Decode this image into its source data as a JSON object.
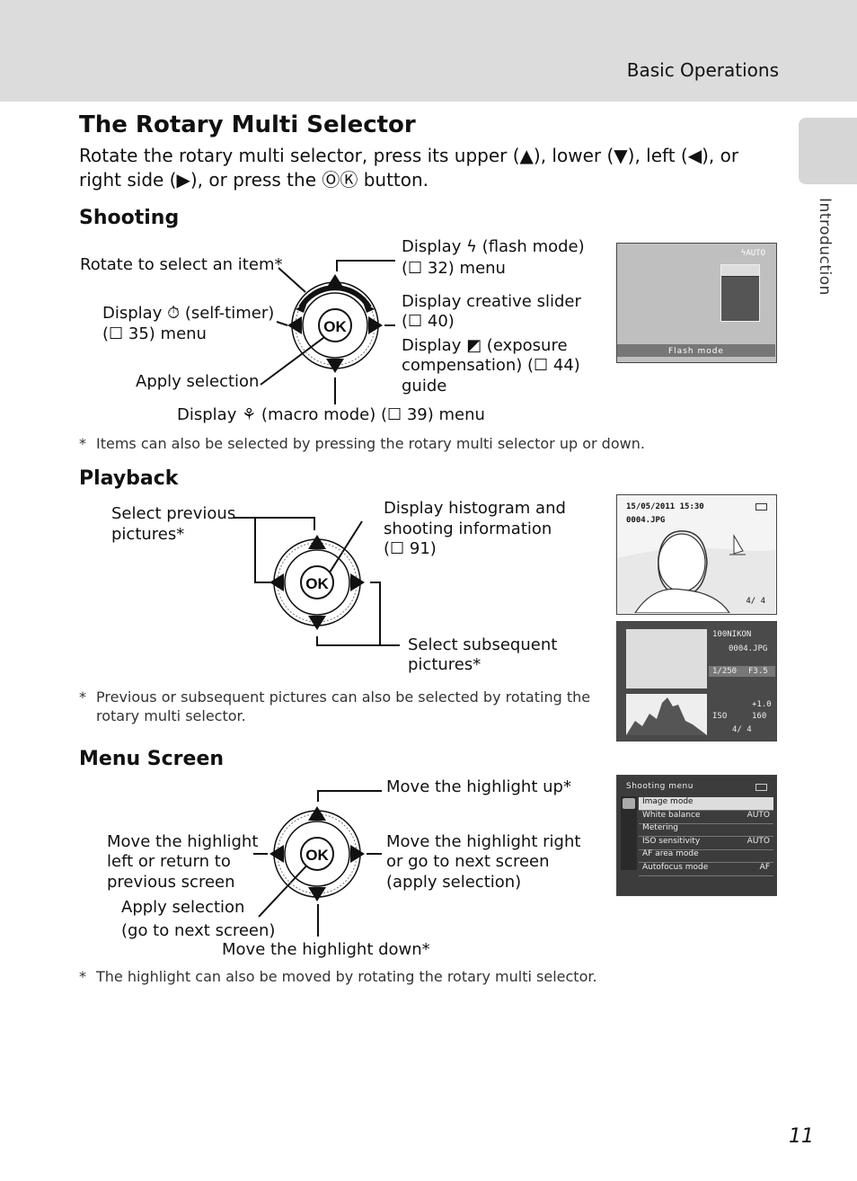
{
  "header": {
    "section": "Basic Operations"
  },
  "sidebar": {
    "tab_label": "Introduction"
  },
  "title": "The Rotary Multi Selector",
  "intro": "Rotate the rotary multi selector, press its upper (▲), lower (▼), left (◀), or right side (▶), or press the ⓄⓀ button.",
  "shooting": {
    "heading": "Shooting",
    "rotate": "Rotate to select an item*",
    "flash_l1": "Display ϟ (flash mode)",
    "flash_l2": "(☐ 32) menu",
    "timer_l1": "Display ⏱ (self-timer)",
    "timer_l2": "(☐ 35) menu",
    "creative_l1": "Display creative slider",
    "creative_l2": "(☐ 40)",
    "exposure_l1": "Display ◩ (exposure",
    "exposure_l2": "compensation) (☐ 44)",
    "exposure_l3": "guide",
    "apply": "Apply selection",
    "macro": "Display ⚘ (macro mode) (☐ 39) menu",
    "footnote": "Items can also be selected by pressing the rotary multi selector up or down.",
    "screen_caption": "Flash mode",
    "screen_top_value": "ϟAUTO"
  },
  "playback": {
    "heading": "Playback",
    "prev_l1": "Select previous",
    "prev_l2": "pictures*",
    "histo_l1": "Display histogram and",
    "histo_l2": "shooting information",
    "histo_l3": "(☐ 91)",
    "next_l1": "Select subsequent",
    "next_l2": "pictures*",
    "footnote_l1": "Previous or subsequent pictures can also be selected by rotating the",
    "footnote_l2": "rotary multi selector.",
    "screen1_datetime": "15/05/2011 15:30",
    "screen1_file": "0004.JPG",
    "screen1_counter": "4/ 4",
    "screen2_folder": "100NIKON",
    "screen2_file": "0004.JPG",
    "screen2_shutter": "1/250",
    "screen2_aperture": "F3.5",
    "screen2_exp": "+1.0",
    "screen2_iso_label": "ISO",
    "screen2_iso": "160",
    "screen2_counter": "4/ 4"
  },
  "menu": {
    "heading": "Menu Screen",
    "up": "Move the highlight up*",
    "left_l1": "Move the highlight",
    "left_l2": "left or return to",
    "left_l3": "previous screen",
    "right_l1": "Move the highlight right",
    "right_l2": "or go to next screen",
    "right_l3": "(apply selection)",
    "apply_l1": "Apply selection",
    "apply_l2": "(go to next screen)",
    "down": "Move the highlight down*",
    "footnote": "The highlight can also be moved by rotating the rotary multi selector.",
    "screen_title": "Shooting menu",
    "items": [
      {
        "label": "Image mode",
        "value": ""
      },
      {
        "label": "White balance",
        "value": "AUTO"
      },
      {
        "label": "Metering",
        "value": ""
      },
      {
        "label": "ISO sensitivity",
        "value": "AUTO"
      },
      {
        "label": "AF area mode",
        "value": ""
      },
      {
        "label": "Autofocus mode",
        "value": "AF"
      }
    ]
  },
  "footnote_star": "*",
  "ok_label": "OK",
  "page_number": "11"
}
